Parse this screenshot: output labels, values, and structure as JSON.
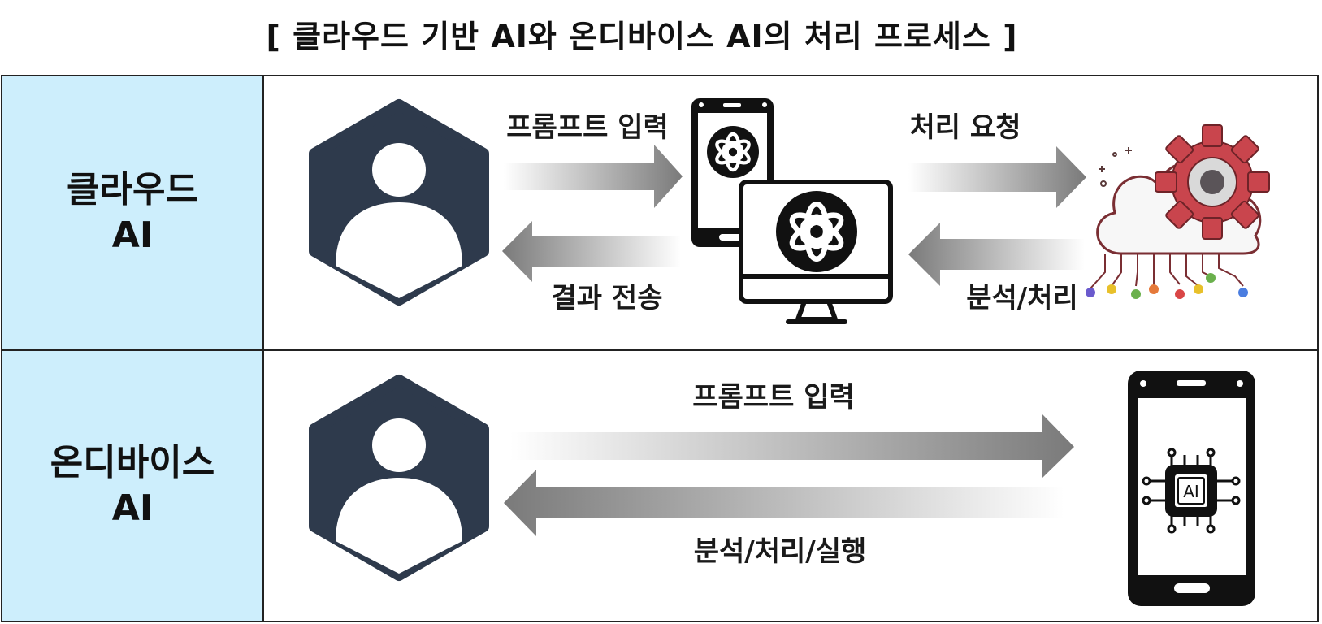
{
  "title": "[ 클라우드 기반 AI와 온디바이스 AI의 처리 프로세스 ]",
  "rows": {
    "cloud": {
      "label_line1": "클라우드",
      "label_line2": "AI",
      "arrows": {
        "prompt_input": "프롬프트 입력",
        "result_send": "결과 전송",
        "process_request": "처리 요청",
        "analyze_process": "분석/처리"
      }
    },
    "ondevice": {
      "label_line1": "온디바이스",
      "label_line2": "AI",
      "arrows": {
        "prompt_input": "프롬프트 입력",
        "analyze_process_execute": "분석/처리/실행"
      },
      "chip_text": "AI"
    }
  },
  "colors": {
    "label_bg": "#cdeefc",
    "user_icon": "#2e3a4c",
    "arrow_dark": "#7a7a7a",
    "gear": "#c9454d"
  }
}
